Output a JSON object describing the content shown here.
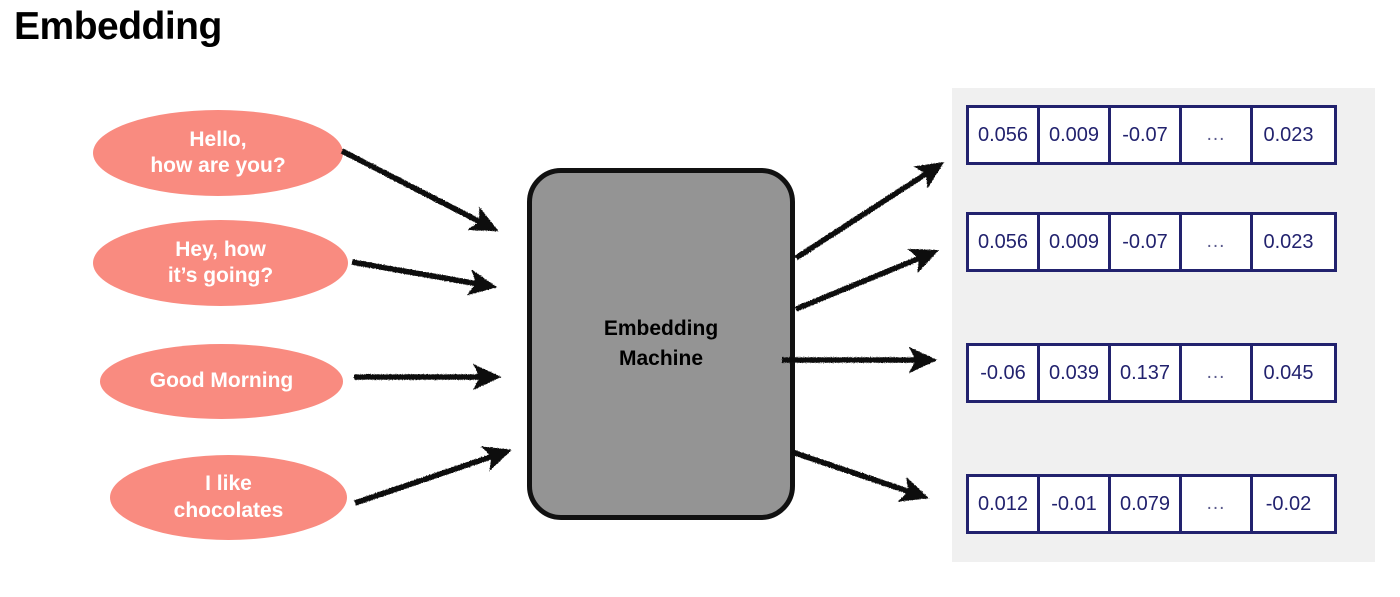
{
  "title": "Embedding",
  "machine": {
    "label": "Embedding\nMachine",
    "fill_color": "#949494",
    "border_color": "#111111"
  },
  "colors": {
    "bubble_fill": "#f98b80",
    "bubble_text": "#ffffff",
    "panel_background": "#f0f0f0",
    "vector_border": "#22226e",
    "vector_text": "#22226e",
    "arrow_color": "#111111",
    "page_background": "#ffffff",
    "title_color": "#000000"
  },
  "inputs": [
    {
      "id": "input-1",
      "label": "Hello,\nhow are you?"
    },
    {
      "id": "input-2",
      "label": "Hey, how\nit’s going?"
    },
    {
      "id": "input-3",
      "label": "Good Morning"
    },
    {
      "id": "input-4",
      "label": "I like\nchocolates"
    }
  ],
  "outputs": [
    {
      "id": "vector-1",
      "cells": [
        "0.056",
        "0.009",
        "-0.07",
        "...",
        "0.023"
      ]
    },
    {
      "id": "vector-2",
      "cells": [
        "0.056",
        "0.009",
        "-0.07",
        "...",
        "0.023"
      ]
    },
    {
      "id": "vector-3",
      "cells": [
        "-0.06",
        "0.039",
        "0.137",
        "...",
        "0.045"
      ]
    },
    {
      "id": "vector-4",
      "cells": [
        "0.012",
        "-0.01",
        "0.079",
        "...",
        "-0.02"
      ]
    }
  ],
  "arrows": {
    "input_arrow_name": "input-to-machine-arrow",
    "output_arrow_name": "machine-to-vector-arrow",
    "count_in": 4,
    "count_out": 4
  }
}
